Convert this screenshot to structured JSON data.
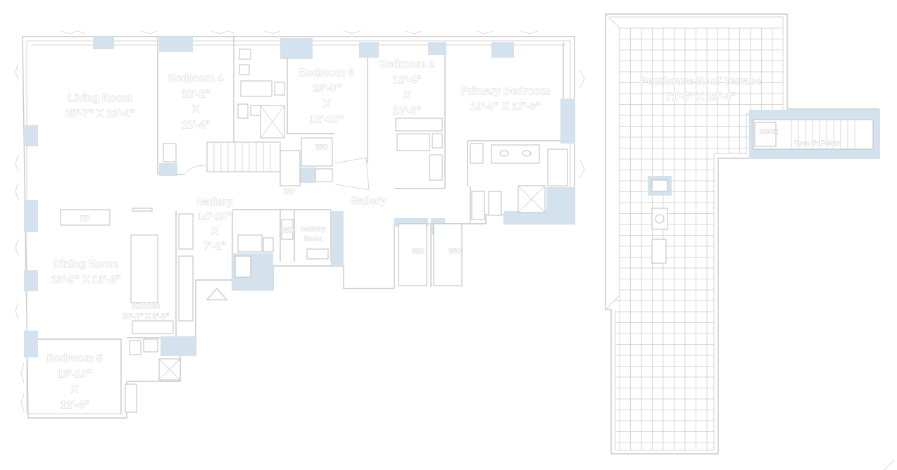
{
  "rooms": {
    "living_name": "Living Room",
    "living_dim": "25'-7\" X 21'-0\"",
    "bed4_name": "Bedroom 4",
    "bed4_dim1": "18'-2\"",
    "bed4_x": "X",
    "bed4_dim2": "11'-4\"",
    "bed3_name": "Bedroom 3",
    "bed3_dim1": "13'-0\"",
    "bed3_x": "X",
    "bed3_dim2": "12'-10\"",
    "bed2_name": "Bedroom 2",
    "bed2_dim1": "12'-4\"",
    "bed2_x": "X",
    "bed2_dim2": "10'-8\"",
    "primary_name": "Primary Bedroom",
    "primary_dim": "19'-9\" X 17'-6\"",
    "gallery_name": "Gallery",
    "gallery_dim1": "14'-10\"",
    "gallery_x": "X",
    "gallery_dim2": "7'-2\"",
    "gallery2_name": "Gallery",
    "dining_name": "Dining Room",
    "dining_dim": "13'-9\" X 13'-8\"",
    "kitchen_name": "Kitchen",
    "kitchen_dim": "20'-1\" X 9'-2\"",
    "bed5_name": "Bedroom 5",
    "bed5_dim1": "13'-10\"",
    "bed5_x": "X",
    "bed5_dim2": "12'-4\"",
    "laundry_name": "Laundry",
    "laundry_sub": "Room",
    "fp": "FP",
    "up": "UP",
    "wic1": "WIC",
    "wic2": "WIC",
    "wic3": "WIC",
    "wd": "W/D",
    "terrace_name": "Penthouse Roof Terrace",
    "terrace_dim": "71'-6\" X 23'-4\"",
    "open_below": "Open To Below",
    "mech": "MECH"
  },
  "colors": {
    "column_fill": "#d4e2ee",
    "wall_stroke": "#c8c8c8",
    "label_fill": "#ffffff"
  }
}
